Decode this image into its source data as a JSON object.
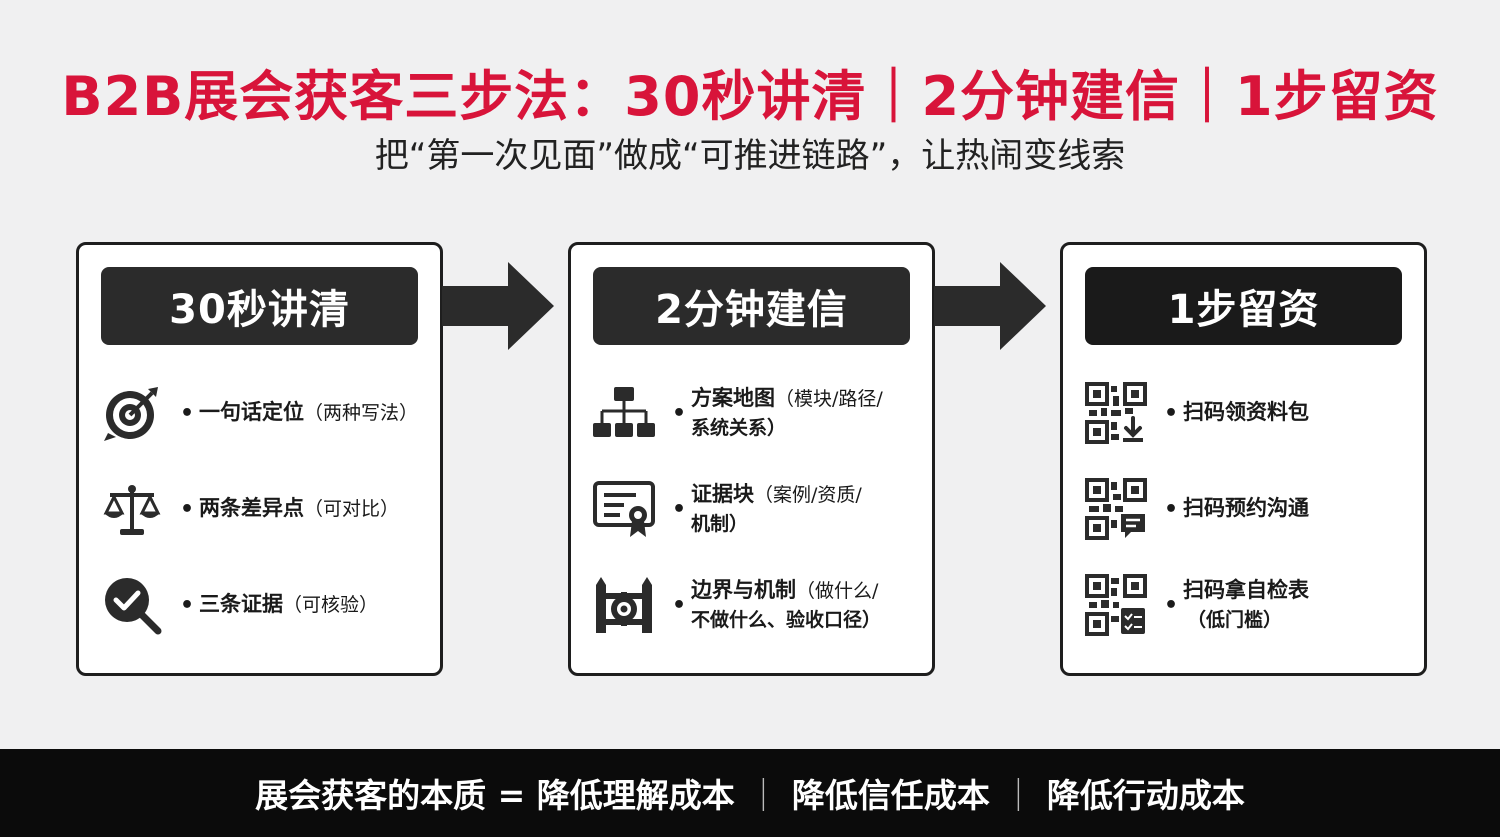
{
  "title": "B2B展会获客三步法：30秒讲清｜2分钟建信｜1步留资",
  "subtitle": "把“第一次见面”做成“可推进链路”，让热闹变线索",
  "steps": [
    {
      "header": "30秒讲清",
      "items": [
        {
          "icon": "target-icon",
          "text": "一句话定位",
          "paren": "（两种写法）",
          "line2": ""
        },
        {
          "icon": "scale-icon",
          "text": "两条差异点",
          "paren": "（可对比）",
          "line2": ""
        },
        {
          "icon": "magnifier-check-icon",
          "text": "三条证据",
          "paren": "（可核验）",
          "line2": ""
        }
      ]
    },
    {
      "header": "2分钟建信",
      "items": [
        {
          "icon": "sitemap-icon",
          "text": "方案地图",
          "paren": "（模块/路径/",
          "line2": "系统关系）"
        },
        {
          "icon": "certificate-icon",
          "text": "证据块",
          "paren": "（案例/资质/",
          "line2": "机制）"
        },
        {
          "icon": "fence-gear-icon",
          "text": "边界与机制",
          "paren": "（做什么/",
          "line2": "不做什么、验收口径）"
        }
      ]
    },
    {
      "header": "1步留资",
      "items": [
        {
          "icon": "qr-download-icon",
          "text": "扫码领资料包",
          "paren": "",
          "line2": ""
        },
        {
          "icon": "qr-chat-icon",
          "text": "扫码预约沟通",
          "paren": "",
          "line2": ""
        },
        {
          "icon": "qr-checklist-icon",
          "text": "扫码拿自检表",
          "paren": "",
          "line2": "（低门槛）"
        }
      ]
    }
  ],
  "bullet": "•",
  "footer": {
    "lead": "展会获客的本质 = 降低理解成本",
    "sep": "｜",
    "part2": "降低信任成本",
    "part3": "降低行动成本"
  }
}
